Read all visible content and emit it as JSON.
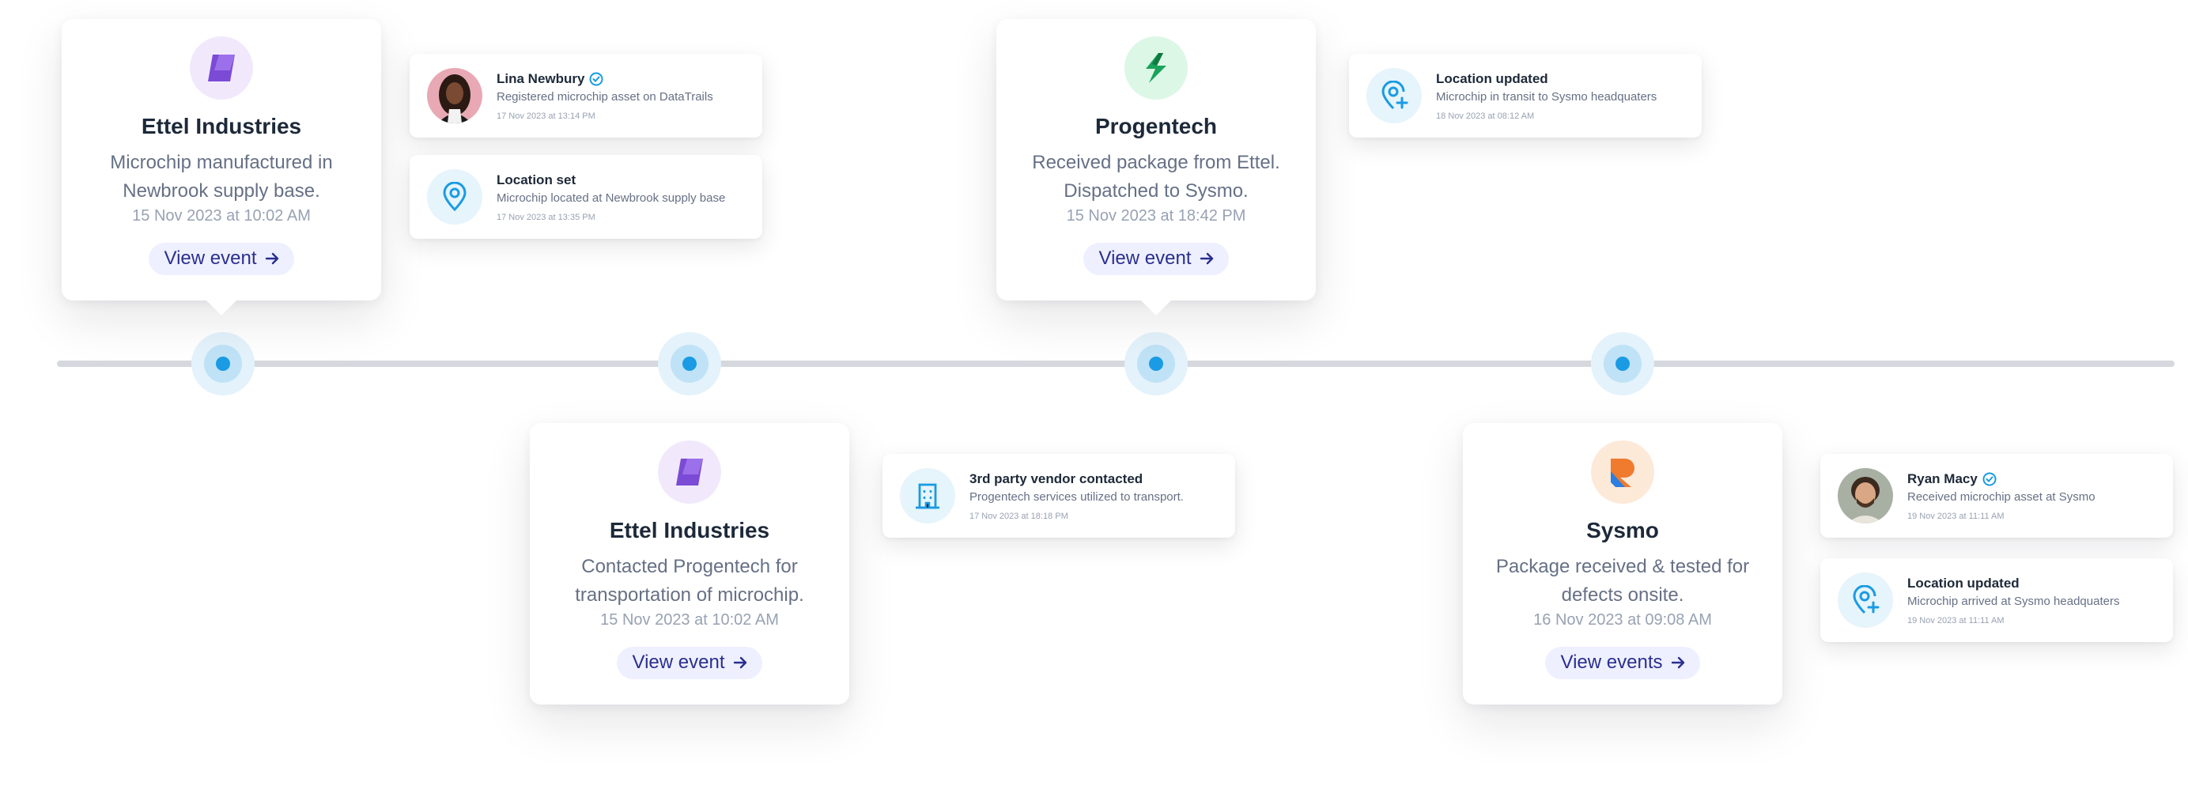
{
  "events": [
    {
      "company": "Ettel Industries",
      "description": "Microchip manufactured in Newbrook supply base.",
      "date": "15 Nov 2023 at 10:02 AM",
      "button": "View event"
    },
    {
      "company": "Ettel Industries",
      "description": "Contacted Progentech for transportation of microchip.",
      "date": "15 Nov 2023 at 10:02 AM",
      "button": "View event"
    },
    {
      "company": "Progentech",
      "description": "Received package from Ettel. Dispatched to Sysmo.",
      "date": "15 Nov 2023 at 18:42 PM",
      "button": "View event"
    },
    {
      "company": "Sysmo",
      "description": "Package received & tested for defects onsite.",
      "date": "16 Nov 2023 at 09:08 AM",
      "button": "View events"
    }
  ],
  "activities": [
    {
      "title": "Lina Newbury",
      "subtitle": "Registered microchip asset on DataTrails",
      "date": "17 Nov 2023 at 13:14 PM"
    },
    {
      "title": "Location set",
      "subtitle": "Microchip located at Newbrook supply base",
      "date": "17 Nov 2023 at 13:35 PM"
    },
    {
      "title": "3rd party vendor contacted",
      "subtitle": "Progentech services utilized to transport.",
      "date": "17 Nov 2023 at 18:18 PM"
    },
    {
      "title": "Location updated",
      "subtitle": "Microchip in transit to Sysmo headquaters",
      "date": "18 Nov 2023 at 08:12 AM"
    },
    {
      "title": "Ryan Macy",
      "subtitle": "Received microchip asset at Sysmo",
      "date": "19 Nov 2023 at 11:11 AM"
    },
    {
      "title": "Location updated",
      "subtitle": "Microchip arrived at Sysmo headquaters",
      "date": "19 Nov 2023 at 11:11 AM"
    }
  ],
  "colors": {
    "accent": "#1a9be3",
    "button_bg": "#eef0ff",
    "button_text": "#2b2f8f",
    "ettel": "#7b4bd6",
    "progentech": "#1aa35a",
    "sysmo": "#f07a2e"
  }
}
